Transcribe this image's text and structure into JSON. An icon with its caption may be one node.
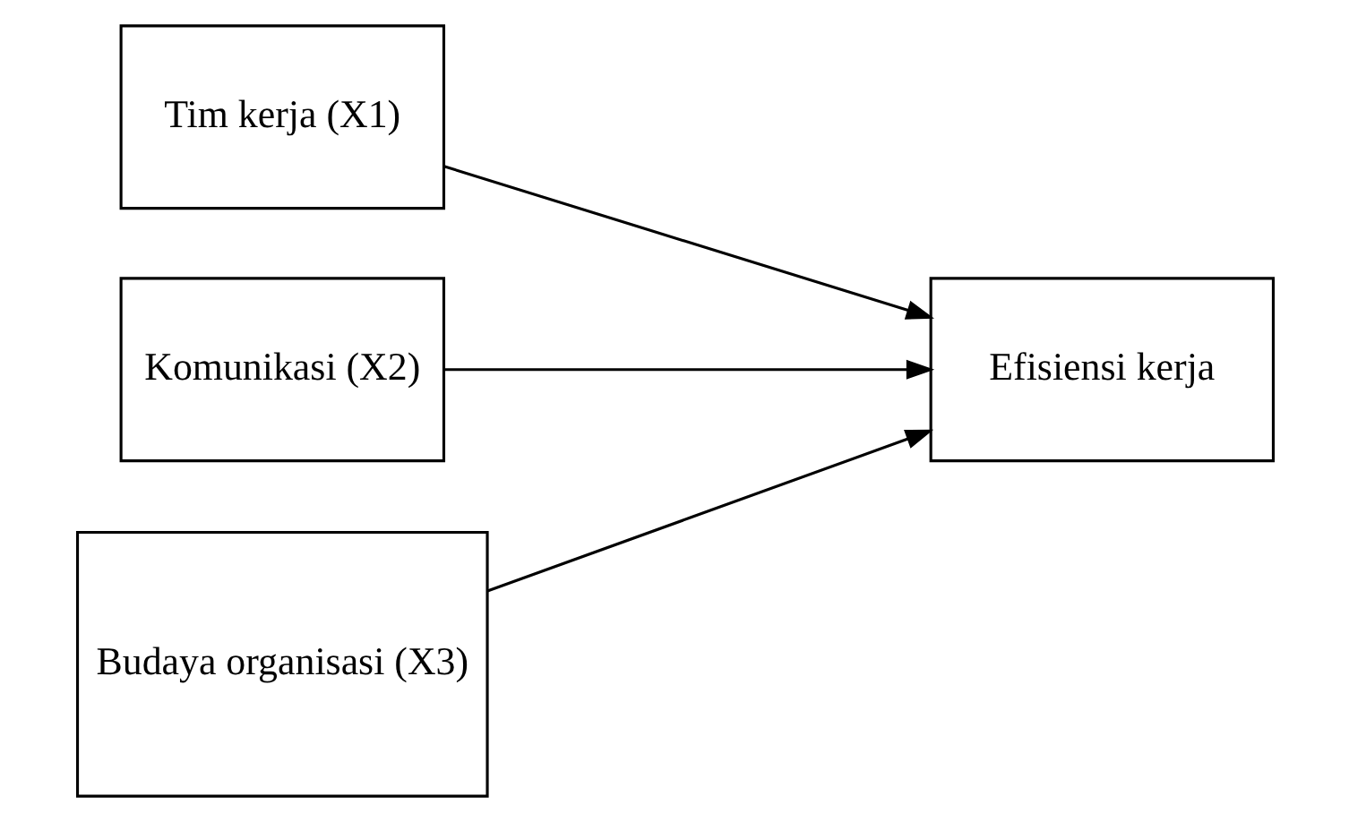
{
  "diagram": {
    "nodes": [
      {
        "text": [
          "Tim kerja (X1)"
        ]
      },
      {
        "text": [
          "Komunikasi (X2)"
        ]
      },
      {
        "text": [
          "Budaya organisasi (X3)"
        ]
      },
      {
        "text": [
          "Efisiensi kerja"
        ]
      }
    ],
    "edges": [
      {
        "from": 0,
        "to": 3,
        "arrow": "to"
      },
      {
        "from": 1,
        "to": 3,
        "arrow": "to"
      },
      {
        "from": 2,
        "to": 3,
        "arrow": "to"
      }
    ]
  }
}
